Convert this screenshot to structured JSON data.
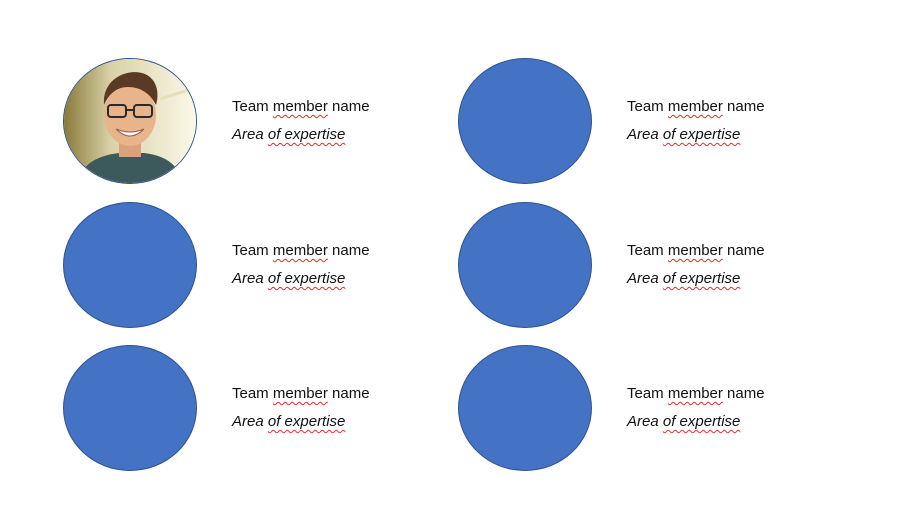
{
  "members": [
    {
      "name_pre": "Team ",
      "name_flag": "member",
      "name_post": " name",
      "exp_pre": "Area ",
      "exp_flag": "of expertise",
      "photo": true
    },
    {
      "name_pre": "Team ",
      "name_flag": "member",
      "name_post": " name",
      "exp_pre": "Area ",
      "exp_flag": "of expertise",
      "photo": false
    },
    {
      "name_pre": "Team ",
      "name_flag": "member",
      "name_post": " name",
      "exp_pre": "Area ",
      "exp_flag": "of expertise",
      "photo": false
    },
    {
      "name_pre": "Team ",
      "name_flag": "member",
      "name_post": " name",
      "exp_pre": "Area ",
      "exp_flag": "of expertise",
      "photo": false
    },
    {
      "name_pre": "Team ",
      "name_flag": "member",
      "name_post": " name",
      "exp_pre": "Area ",
      "exp_flag": "of expertise",
      "photo": false
    },
    {
      "name_pre": "Team ",
      "name_flag": "member",
      "name_post": " name",
      "exp_pre": "Area ",
      "exp_flag": "of expertise",
      "photo": false
    }
  ],
  "colors": {
    "placeholder_fill": "#4472c4",
    "placeholder_border": "#2f528f",
    "spellcheck_underline": "#e0312b"
  }
}
